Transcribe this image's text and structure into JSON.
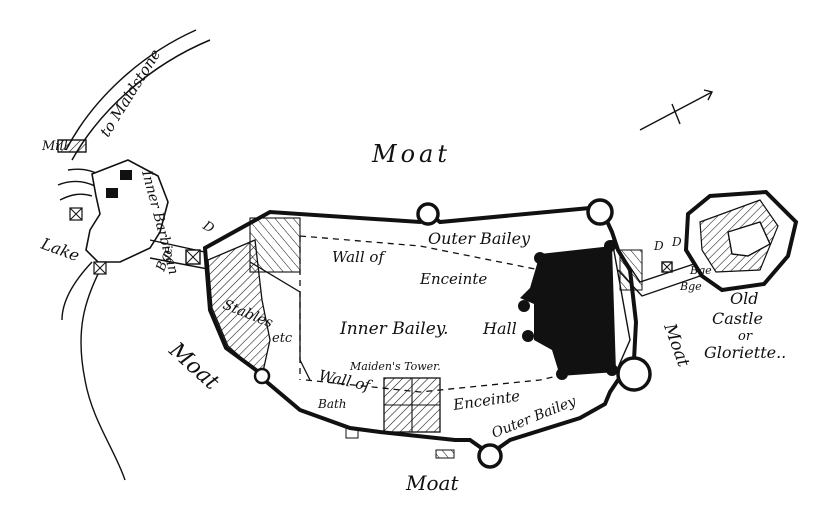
{
  "map": {
    "labels": {
      "moat_north": "Moat",
      "moat_west": "Moat",
      "moat_east": "Moat",
      "moat_south": "Moat",
      "to_maidstone": "to Maidstone",
      "mill": "Mill",
      "inner_barbican": "Inner Barbican",
      "lake": "Lake",
      "bridge_west": "Bge",
      "d_west": "D",
      "outer_bailey_north": "Outer Bailey",
      "wall_of_north": "Wall of",
      "enceinte_north": "Enceinte",
      "stables": "Stables",
      "etc": "etc",
      "inner_bailey": "Inner Bailey.",
      "hall": "Hall",
      "maidens_tower": "Maiden's Tower.",
      "wall_of_south": "Wall of",
      "enceinte_south": "Enceinte",
      "bath": "Bath",
      "outer_bailey_south": "Outer Bailey",
      "d_east_1": "D",
      "d_east_2": "D",
      "bridge_east_1": "Bge",
      "bridge_east_2": "Bge",
      "old_castle": "Old",
      "castle": "Castle",
      "or": "or",
      "gloriette": "Gloriette.."
    },
    "colors": {
      "ink": "#111111",
      "paper": "#ffffff"
    },
    "icons": [
      "north-arrow-icon"
    ]
  }
}
